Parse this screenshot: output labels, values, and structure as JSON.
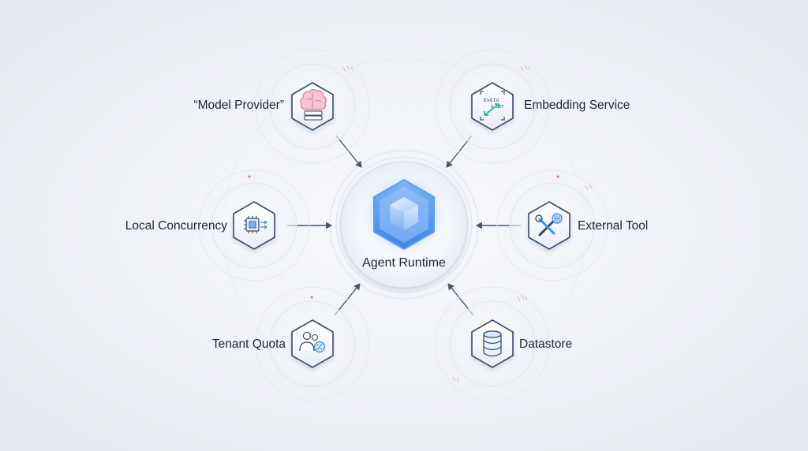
{
  "diagram": {
    "center": {
      "label": "Agent Runtime",
      "icon": "cube-icon"
    },
    "nodes": [
      {
        "id": "model-provider",
        "label": "“Model Provider”",
        "icon": "brain-server-icon"
      },
      {
        "id": "embedding-service",
        "label": "Embedding Service",
        "icon": "vector-embedding-icon"
      },
      {
        "id": "local-concurrency",
        "label": "Local Concurrency",
        "icon": "cpu-chip-icon"
      },
      {
        "id": "external-tool",
        "label": "External Tool",
        "icon": "tools-globe-icon"
      },
      {
        "id": "tenant-quota",
        "label": "Tenant Quota",
        "icon": "users-percent-icon"
      },
      {
        "id": "datastore",
        "label": "Datastore",
        "icon": "database-icon"
      }
    ],
    "embedding_icon_text": {
      "top": "Ev€to",
      "bottom": "V CET"
    },
    "colors": {
      "accent": "#3d8ef0",
      "arrow": "#4a5568",
      "hex_border": "#3a4a66",
      "brain_pink": "#e98aa6",
      "embed_teal": "#3aa8a0",
      "indicator_red": "#f08080"
    }
  }
}
